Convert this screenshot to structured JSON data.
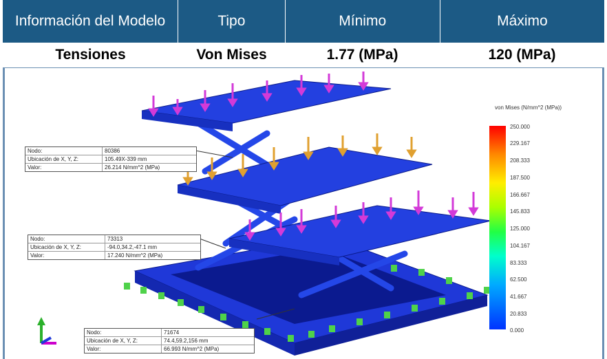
{
  "table": {
    "headers": [
      "Información del Modelo",
      "Tipo",
      "Mínimo",
      "Máximo"
    ],
    "row": [
      "Tensiones",
      "Von Mises",
      "1.77 (MPa)",
      "120 (MPa)"
    ]
  },
  "legend": {
    "title": "von Mises (N/mm^2 (MPa))",
    "ticks": [
      "250.000",
      "229.167",
      "208.333",
      "187.500",
      "166.667",
      "145.833",
      "125.000",
      "104.167",
      "83.333",
      "62.500",
      "41.667",
      "20.833",
      "0.000"
    ]
  },
  "probes": [
    {
      "node_label": "Nodo:",
      "node_value": "80386",
      "loc_label": "Ubicación de X, Y, Z:",
      "loc_value": "105.49X-339 mm",
      "val_label": "Valor:",
      "val_value": "26.214  N/mm^2 (MPa)"
    },
    {
      "node_label": "Nodo:",
      "node_value": "73313",
      "loc_label": "Ubicación de X, Y, Z:",
      "loc_value": "-94.0,34.2,-47.1 mm",
      "val_label": "Valor:",
      "val_value": "17.240  N/mm^2 (MPa)"
    },
    {
      "node_label": "Nodo:",
      "node_value": "71674",
      "loc_label": "Ubicación de X, Y, Z:",
      "loc_value": "74.4,59.2,156 mm",
      "val_label": "Valor:",
      "val_value": "66.993  N/mm^2 (MPa)"
    }
  ],
  "colors": {
    "header_bg": "#1c5a85",
    "structure_blue": "#1f38d8",
    "load_arrow_magenta": "#d33ad8",
    "load_arrow_orange": "#e0a030",
    "fixture_green": "#4fd24a"
  }
}
